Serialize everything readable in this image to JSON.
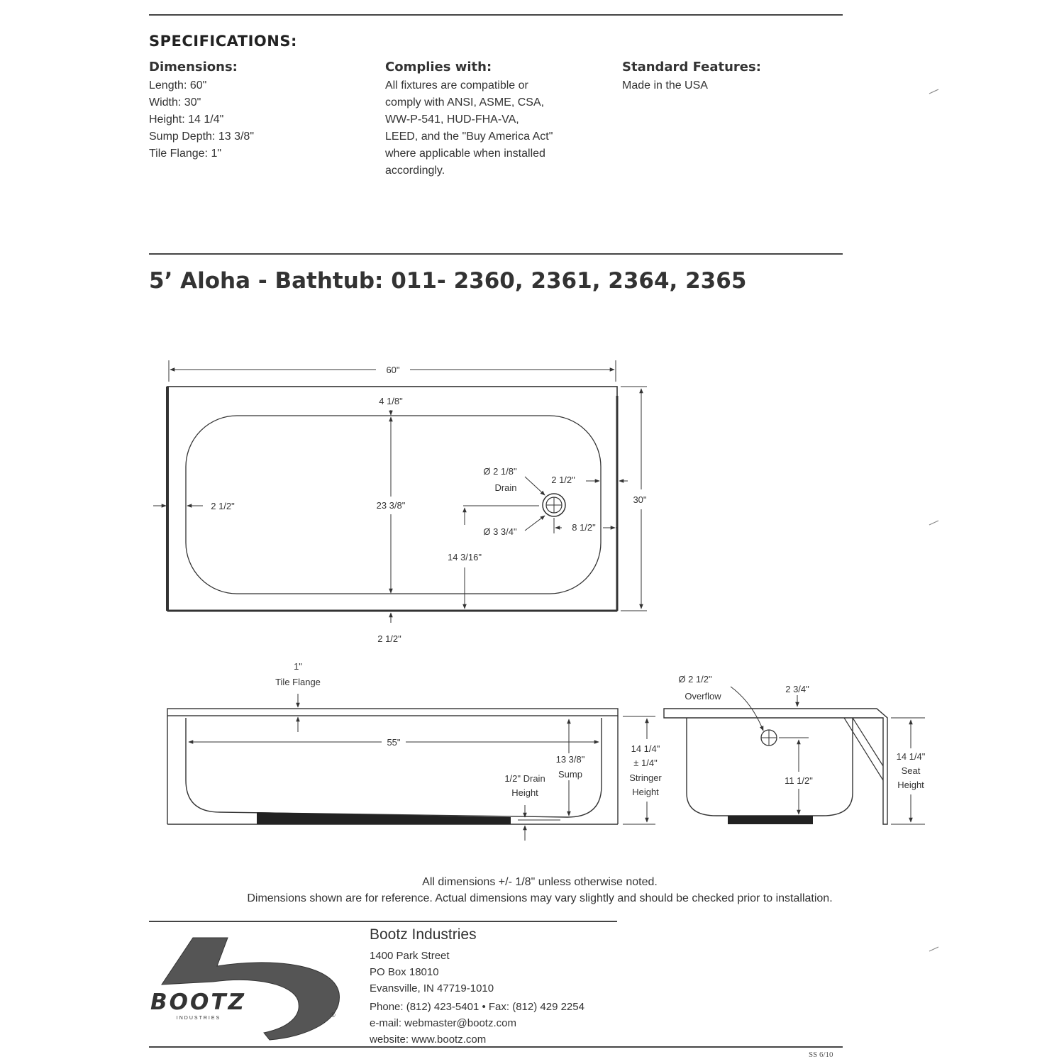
{
  "specs": {
    "title": "SPECIFICATIONS:",
    "dimensions": {
      "heading": "Dimensions:",
      "lines": [
        "Length: 60\"",
        "Width: 30\"",
        "Height: 14 1/4\"",
        "Sump Depth: 13 3/8\"",
        "Tile Flange: 1\""
      ]
    },
    "complies": {
      "heading": "Complies with:",
      "lines": [
        "All fixtures are compatible or",
        "comply with ANSI, ASME, CSA,",
        "WW-P-541, HUD-FHA-VA,",
        "LEED, and the \"Buy America Act\"",
        "where applicable when installed",
        "accordingly."
      ]
    },
    "features": {
      "heading": "Standard Features:",
      "lines": [
        "Made in the USA"
      ]
    }
  },
  "model_title": "5’ Aloha - Bathtub: 011- 2360, 2361, 2364, 2365",
  "top_view": {
    "length": "60\"",
    "top_rim": "4 1/8\"",
    "inner_width": "23 3/8\"",
    "left_rim": "2 1/2\"",
    "drain_dia": "Ø 2 1/8\"",
    "drain_label": "Drain",
    "drain_offset": "2 1/2\"",
    "outer_width": "30\"",
    "outlet_dia": "Ø 3 3/4\"",
    "end_offset": "8 1/2\"",
    "drain_from_side": "14 3/16\"",
    "bottom_rim": "2 1/2\""
  },
  "side_view": {
    "flange_value": "1\"",
    "flange_label": "Tile Flange",
    "length": "55\"",
    "sump_value": "13 3/8\"",
    "sump_label": "Sump",
    "drain_height_1": "1/2\" Drain",
    "drain_height_2": "Height",
    "stringer_1": "14 1/4\"",
    "stringer_2": "± 1/4\"",
    "stringer_3": "Stringer",
    "stringer_4": "Height"
  },
  "end_view": {
    "overflow_dia": "Ø 2 1/2\"",
    "overflow_label": "Overflow",
    "top_width": "2 3/4\"",
    "overflow_height": "11 1/2\"",
    "seat_1": "14 1/4\"",
    "seat_2": "Seat",
    "seat_3": "Height"
  },
  "notes": {
    "line1": "All dimensions +/- 1/8\" unless otherwise noted.",
    "line2": "Dimensions shown are for reference. Actual dimensions may vary slightly and should be checked prior to installation."
  },
  "company": {
    "logo_text": "BOOTZ",
    "logo_sub": "INDUSTRIES",
    "logo_reg": "®",
    "name": "Bootz Industries",
    "address1": "1400 Park Street",
    "address2": "PO Box 18010",
    "address3": "Evansville, IN 47719-1010",
    "phone": "Phone: (812) 423-5401 • Fax: (812) 429 2254",
    "email": "e-mail: webmaster@bootz.com",
    "website": "website: www.bootz.com"
  },
  "doc_code": "SS 6/10",
  "colors": {
    "ink": "#333333",
    "rule": "#444444",
    "logo": "#555555"
  }
}
